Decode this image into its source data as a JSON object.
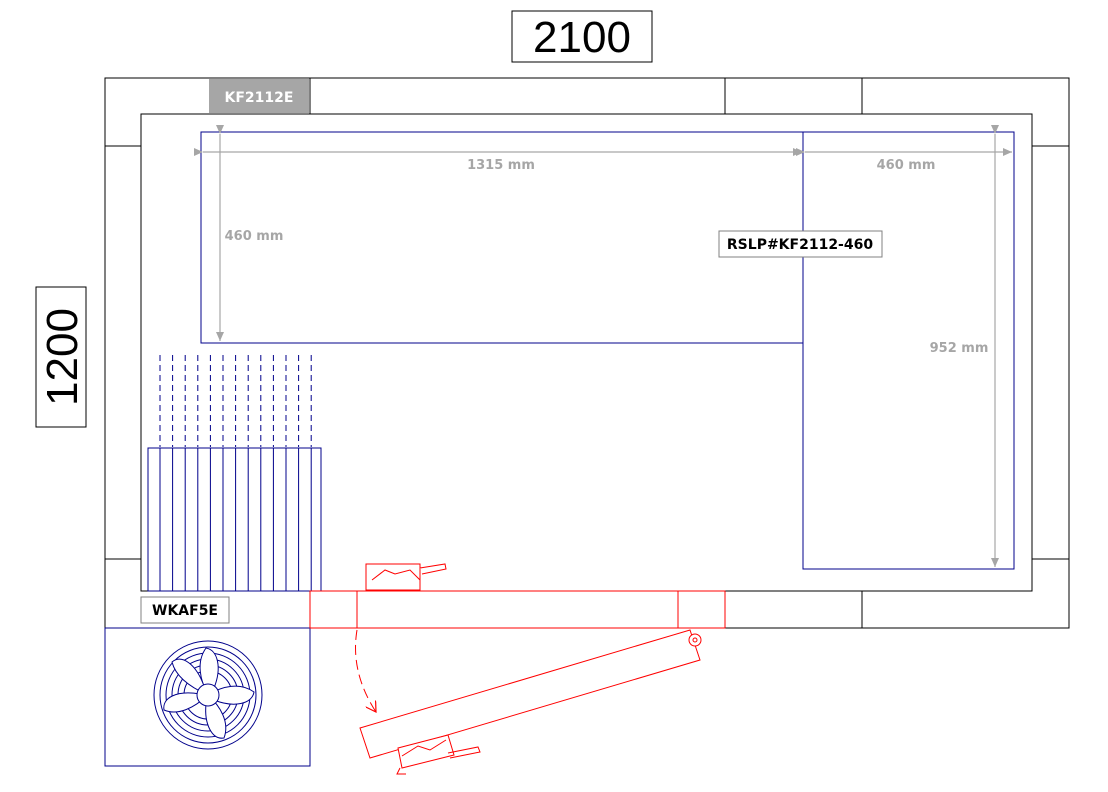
{
  "dimensions": {
    "width_label": "2100",
    "height_label": "1200"
  },
  "tags": {
    "top_panel": "KF2112E",
    "shelf": "RSLP#KF2112-460",
    "cooling_unit": "WKAF5E"
  },
  "measurements": {
    "shelf_long_length": "1315 mm",
    "shelf_short_width": "460 mm",
    "shelf_long_depth": "460 mm",
    "shelf_short_length": "952 mm"
  },
  "colors": {
    "wall": "#000000",
    "equipment": "#00008b",
    "door": "#ff0000",
    "dimension": "#a6a6a6",
    "tag_fill_dark": "#a6a6a6"
  }
}
